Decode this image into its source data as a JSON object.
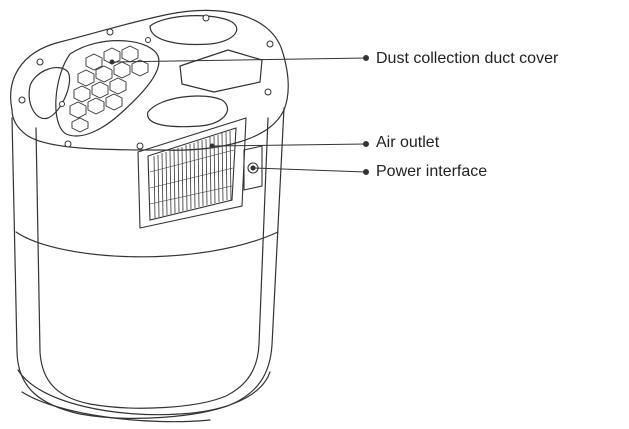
{
  "callouts": {
    "dust_cover": "Dust collection duct cover",
    "air_outlet": "Air outlet",
    "power_interface": "Power interface"
  },
  "colors": {
    "line": "#333333",
    "text": "#222222",
    "background": "#ffffff"
  }
}
